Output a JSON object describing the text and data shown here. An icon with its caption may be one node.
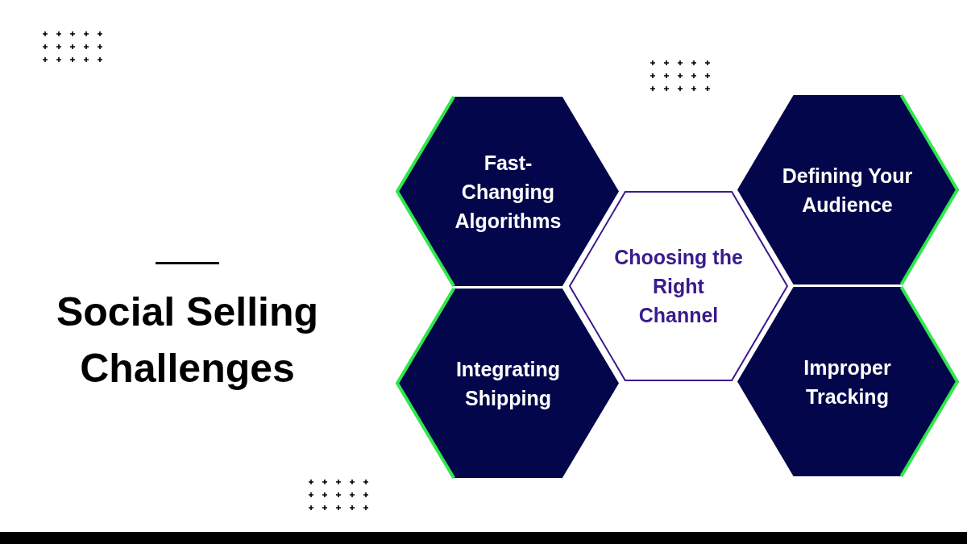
{
  "diagram": {
    "title": "Social Selling Challenges",
    "nodes": [
      {
        "text": [
          "Fast-Changing Algorithms"
        ]
      },
      {
        "text": [
          "Defining Your Audience"
        ]
      },
      {
        "text": [
          "Choosing the Right Channel"
        ]
      },
      {
        "text": [
          "Integrating Shipping"
        ]
      },
      {
        "text": [
          "Improper Tracking"
        ]
      }
    ]
  }
}
